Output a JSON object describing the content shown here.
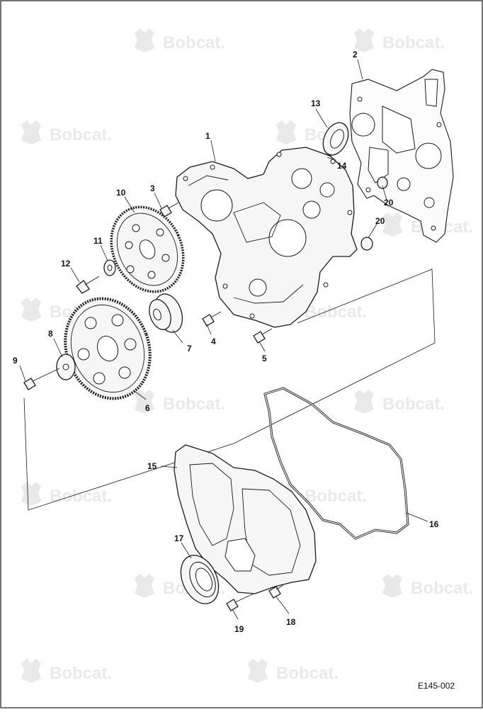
{
  "figure_code": "E145-002",
  "watermark": {
    "text": "Bobcat.",
    "color": "#e9e9e9"
  },
  "callouts": [
    {
      "id": "c1",
      "label": "1"
    },
    {
      "id": "c2",
      "label": "2"
    },
    {
      "id": "c3",
      "label": "3"
    },
    {
      "id": "c4",
      "label": "4"
    },
    {
      "id": "c5",
      "label": "5"
    },
    {
      "id": "c6",
      "label": "6"
    },
    {
      "id": "c7",
      "label": "7"
    },
    {
      "id": "c8",
      "label": "8"
    },
    {
      "id": "c9",
      "label": "9"
    },
    {
      "id": "c10",
      "label": "10"
    },
    {
      "id": "c11",
      "label": "11"
    },
    {
      "id": "c12",
      "label": "12"
    },
    {
      "id": "c13",
      "label": "13"
    },
    {
      "id": "c14",
      "label": "14"
    },
    {
      "id": "c15",
      "label": "15"
    },
    {
      "id": "c16",
      "label": "16"
    },
    {
      "id": "c17",
      "label": "17"
    },
    {
      "id": "c18",
      "label": "18"
    },
    {
      "id": "c19",
      "label": "19"
    },
    {
      "id": "c20a",
      "label": "20"
    },
    {
      "id": "c20b",
      "label": "20"
    }
  ]
}
